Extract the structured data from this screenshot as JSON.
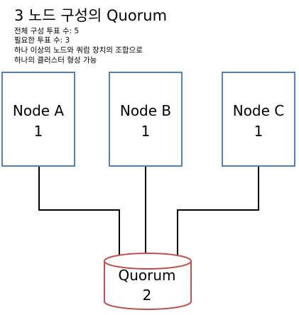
{
  "title": "3 노드 구성의 Quorum",
  "info": {
    "line1": "전체 구성 투표 수: 5",
    "line2": "필요한 투표 수: 3",
    "line3": "하나 이상의 노드와 쿼럼 장치의 조합으로",
    "line4": "하나의 클러스터 형성 가능"
  },
  "nodes": [
    {
      "name": "Node A",
      "votes": "1"
    },
    {
      "name": "Node B",
      "votes": "1"
    },
    {
      "name": "Node C",
      "votes": "1"
    }
  ],
  "quorum": {
    "name": "Quorum",
    "votes": "2"
  },
  "colors": {
    "node_border": "#4f81bd",
    "quorum_border": "#c0504d",
    "connector": "#000000"
  }
}
